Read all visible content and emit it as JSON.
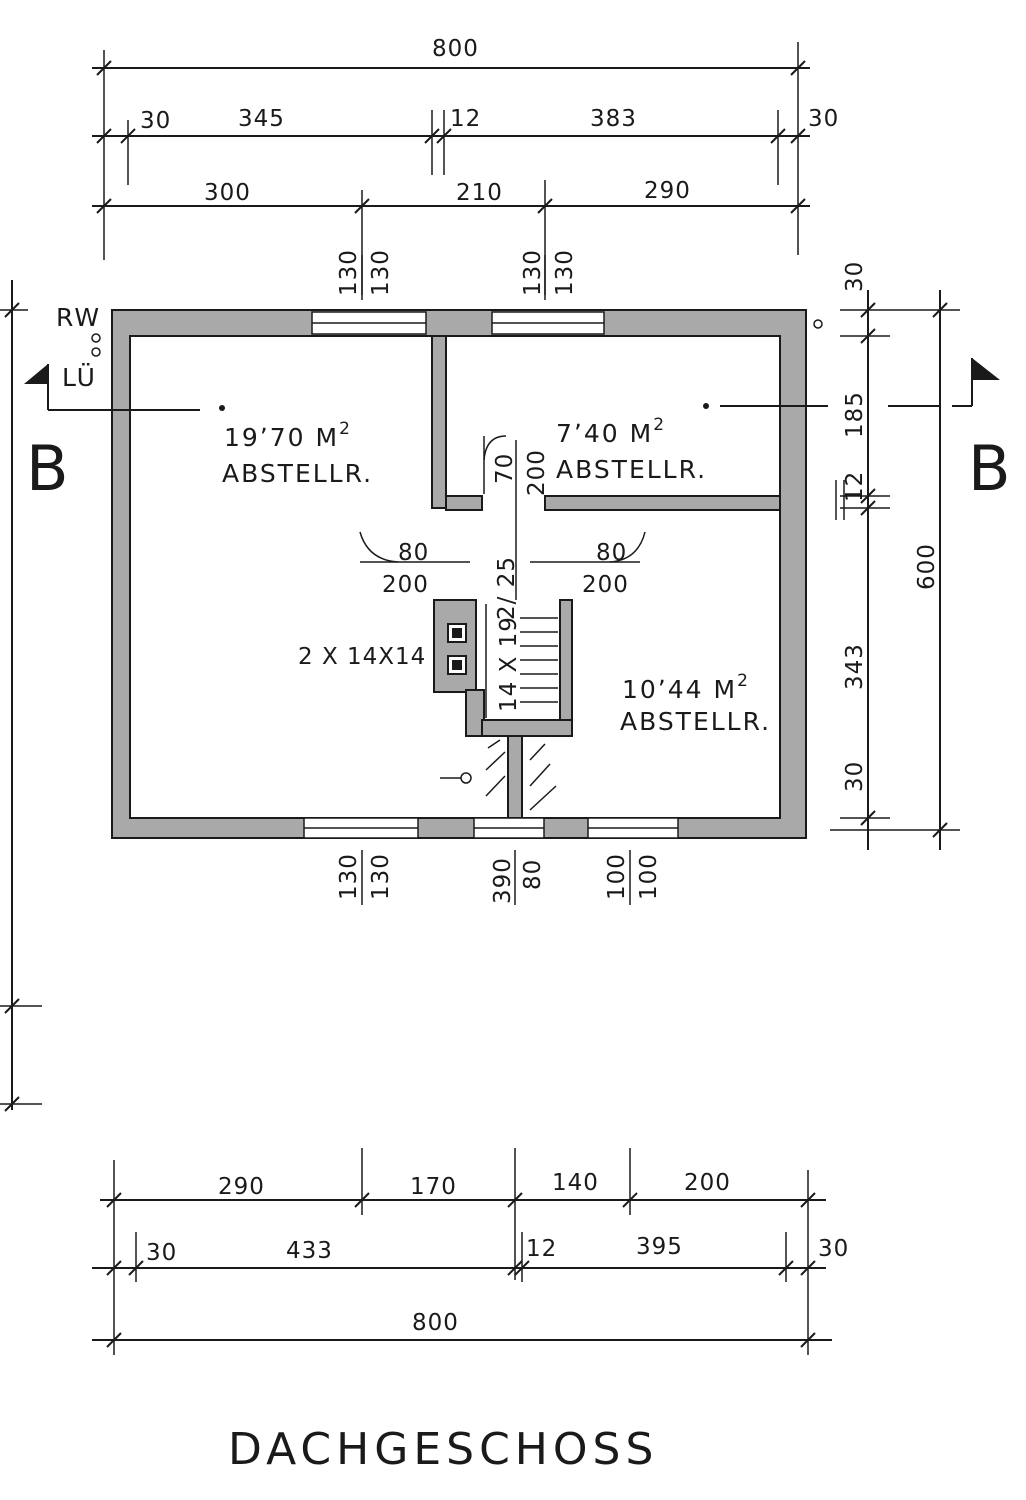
{
  "top_dims": {
    "row1": [
      "800"
    ],
    "row2": [
      "30",
      "345",
      "12",
      "383",
      "30"
    ],
    "row3": [
      "300",
      "210",
      "290"
    ]
  },
  "openings_top": [
    "130",
    "130",
    "130",
    "130"
  ],
  "right_dims": [
    "30",
    "185",
    "12",
    "343",
    "30",
    "600"
  ],
  "rooms": [
    {
      "area": "19ʼ70 M",
      "sup": "2",
      "name": "ABSTELLR."
    },
    {
      "area": "7ʼ40 M",
      "sup": "2",
      "name": "ABSTELLR."
    },
    {
      "area": "10ʼ44 M",
      "sup": "2",
      "name": "ABSTELLR."
    }
  ],
  "doors": [
    {
      "width": "80",
      "height": "200"
    },
    {
      "width": "80",
      "height": "200"
    },
    {
      "width": "70",
      "height": "200"
    }
  ],
  "chimney": "2 X 14X14",
  "stair": {
    "spec_a": "2/ 25",
    "spec_b": "14 X 19"
  },
  "markers": {
    "rw": "RW",
    "lu": "LÜ",
    "section": "B"
  },
  "openings_bottom": [
    "130",
    "130",
    "390",
    "80",
    "100",
    "100"
  ],
  "bottom_dims": {
    "row1": [
      "290",
      "170",
      "140",
      "200"
    ],
    "row2": [
      "30",
      "433",
      "12",
      "395",
      "30"
    ],
    "row3": [
      "800"
    ]
  },
  "title": "DACHGESCHOSS",
  "colors": {
    "ink": "#1a1a1a",
    "wall_fill": "#a9a9a9",
    "paper": "#ffffff"
  }
}
